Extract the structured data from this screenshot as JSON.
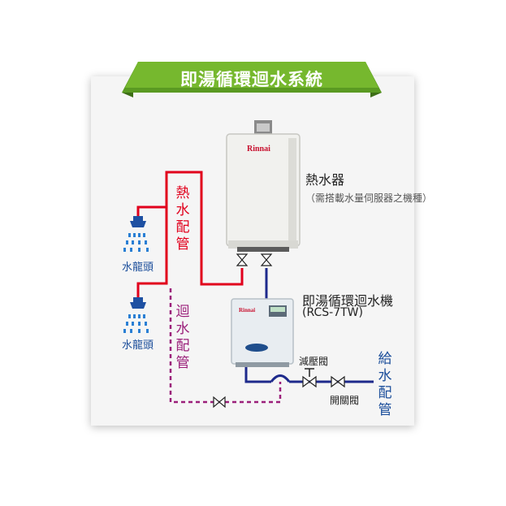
{
  "title": "即湯循環迴水系統",
  "colors": {
    "banner_green": "#6aae2c",
    "hot_pipe": "#e1001c",
    "return_pipe": "#9b1f7a",
    "supply_pipe": "#1e2a8c",
    "faucet_blue": "#1a4d9a"
  },
  "water_heater": {
    "brand": "Rinnai",
    "label": "熱水器",
    "note": "（需搭載水量伺服器之機種）"
  },
  "circulation_unit": {
    "brand": "Rinnai",
    "label": "即湯循環迴水機",
    "model": "(RCS-7TW)"
  },
  "pipes": {
    "hot": [
      "熱",
      "水",
      "配",
      "管"
    ],
    "return": [
      "迴",
      "水",
      "配",
      "管"
    ],
    "supply": [
      "給",
      "水",
      "配",
      "管"
    ]
  },
  "faucets": [
    "水龍頭",
    "水龍頭"
  ],
  "valves": {
    "pressure_reducing": "減壓閥",
    "shutoff": "開關閥"
  }
}
